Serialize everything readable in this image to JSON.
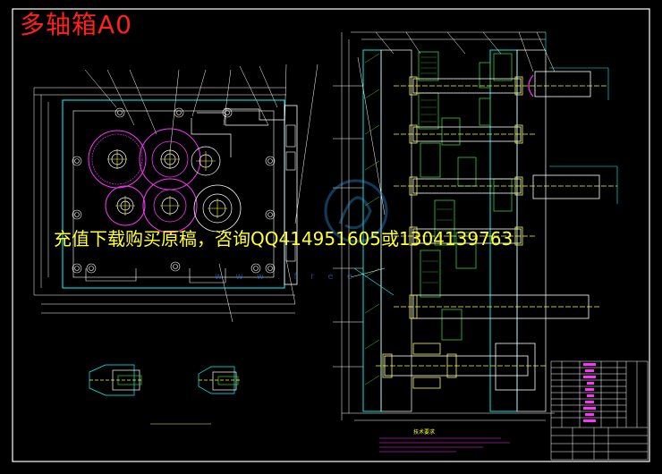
{
  "drawing": {
    "title": "多轴箱A0",
    "watermark": "充值下载购买原稿，咨询QQ414951605或1304139763",
    "technical_requirements_title": "技术要求",
    "colors": {
      "background": "#000000",
      "frame": "#ffffff",
      "outline": "#00ffff",
      "dimension": "#ffffff",
      "gear_magenta": "#ff33ff",
      "shaft_yellow": "#ffff33",
      "body_green": "#33cc33",
      "title_red": "#ff2020",
      "watermark": "#ffff33"
    },
    "icons": [
      "watermark-logo-icon"
    ]
  }
}
